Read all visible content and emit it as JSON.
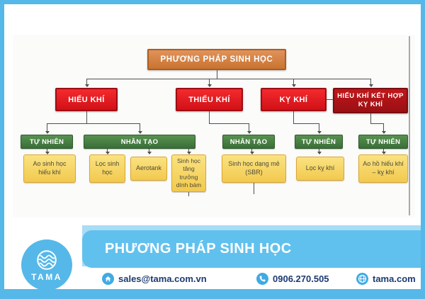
{
  "diagram": {
    "root_label": "PHƯƠNG PHÁP SINH HỌC",
    "nodes": {
      "r1": "HIẾU KHÍ",
      "r2": "THIẾU KHÍ",
      "r3": "KỴ KHÍ",
      "r4": "HIẾU KHÍ KẾT HỢP KỴ KHÍ",
      "g1": "TỰ NHIÊN",
      "g2": "NHÂN TẠO",
      "g3": "NHÂN TẠO",
      "g4": "TỰ NHIÊN",
      "g5": "TỰ NHIÊN",
      "y1": "Ao sinh học hiếu khí",
      "y2": "Lọc sinh học",
      "y3": "Aerotank",
      "y4": "Sinh học tăng trưởng dính bám",
      "y5": "Sinh học dạng mẻ (SBR)",
      "y6": "Lọc kỵ khí",
      "y7": "Ao hồ hiếu khí – kỵ khí"
    }
  },
  "footer": {
    "brand": "TAMA",
    "title": "PHƯƠNG PHÁP SINH HỌC",
    "contacts": {
      "email": "sales@tama.com.vn",
      "phone": "0906.270.505",
      "website": "tama.com"
    }
  },
  "colors": {
    "primary_blue": "#55b8e9",
    "banner_blue": "#61c1ee",
    "banner_light_blue": "#a9dcf5",
    "navy_text": "#1c3a72",
    "orange_box": "#d9823f",
    "red_box": "#e2151b",
    "dark_red_box": "#a91116",
    "green_box": "#44793f",
    "yellow_box": "#f6d45f"
  }
}
